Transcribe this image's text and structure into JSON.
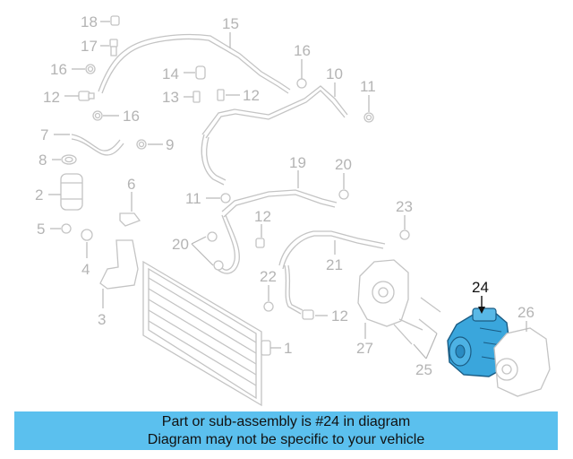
{
  "callouts": [
    {
      "id": "18",
      "label": "18"
    },
    {
      "id": "17",
      "label": "17"
    },
    {
      "id": "16a",
      "label": "16"
    },
    {
      "id": "12a",
      "label": "12"
    },
    {
      "id": "15",
      "label": "15"
    },
    {
      "id": "16b",
      "label": "16"
    },
    {
      "id": "14",
      "label": "14"
    },
    {
      "id": "13",
      "label": "13"
    },
    {
      "id": "12b",
      "label": "12"
    },
    {
      "id": "10",
      "label": "10"
    },
    {
      "id": "11a",
      "label": "11"
    },
    {
      "id": "16c",
      "label": "16"
    },
    {
      "id": "7",
      "label": "7"
    },
    {
      "id": "9",
      "label": "9"
    },
    {
      "id": "8",
      "label": "8"
    },
    {
      "id": "19",
      "label": "19"
    },
    {
      "id": "20a",
      "label": "20"
    },
    {
      "id": "2",
      "label": "2"
    },
    {
      "id": "6",
      "label": "6"
    },
    {
      "id": "11b",
      "label": "11"
    },
    {
      "id": "23",
      "label": "23"
    },
    {
      "id": "5",
      "label": "5"
    },
    {
      "id": "12c",
      "label": "12"
    },
    {
      "id": "20b",
      "label": "20"
    },
    {
      "id": "4",
      "label": "4"
    },
    {
      "id": "21",
      "label": "21"
    },
    {
      "id": "22",
      "label": "22"
    },
    {
      "id": "3",
      "label": "3"
    },
    {
      "id": "12d",
      "label": "12"
    },
    {
      "id": "26",
      "label": "26"
    },
    {
      "id": "1",
      "label": "1"
    },
    {
      "id": "27",
      "label": "27"
    },
    {
      "id": "25",
      "label": "25"
    }
  ],
  "highlight": {
    "label": "24",
    "color": "#3aa6dc"
  },
  "banner": {
    "line1": "Part or sub-assembly is #24 in diagram",
    "line2": "Diagram may not be specific to your vehicle",
    "color": "#5bc0ee"
  }
}
